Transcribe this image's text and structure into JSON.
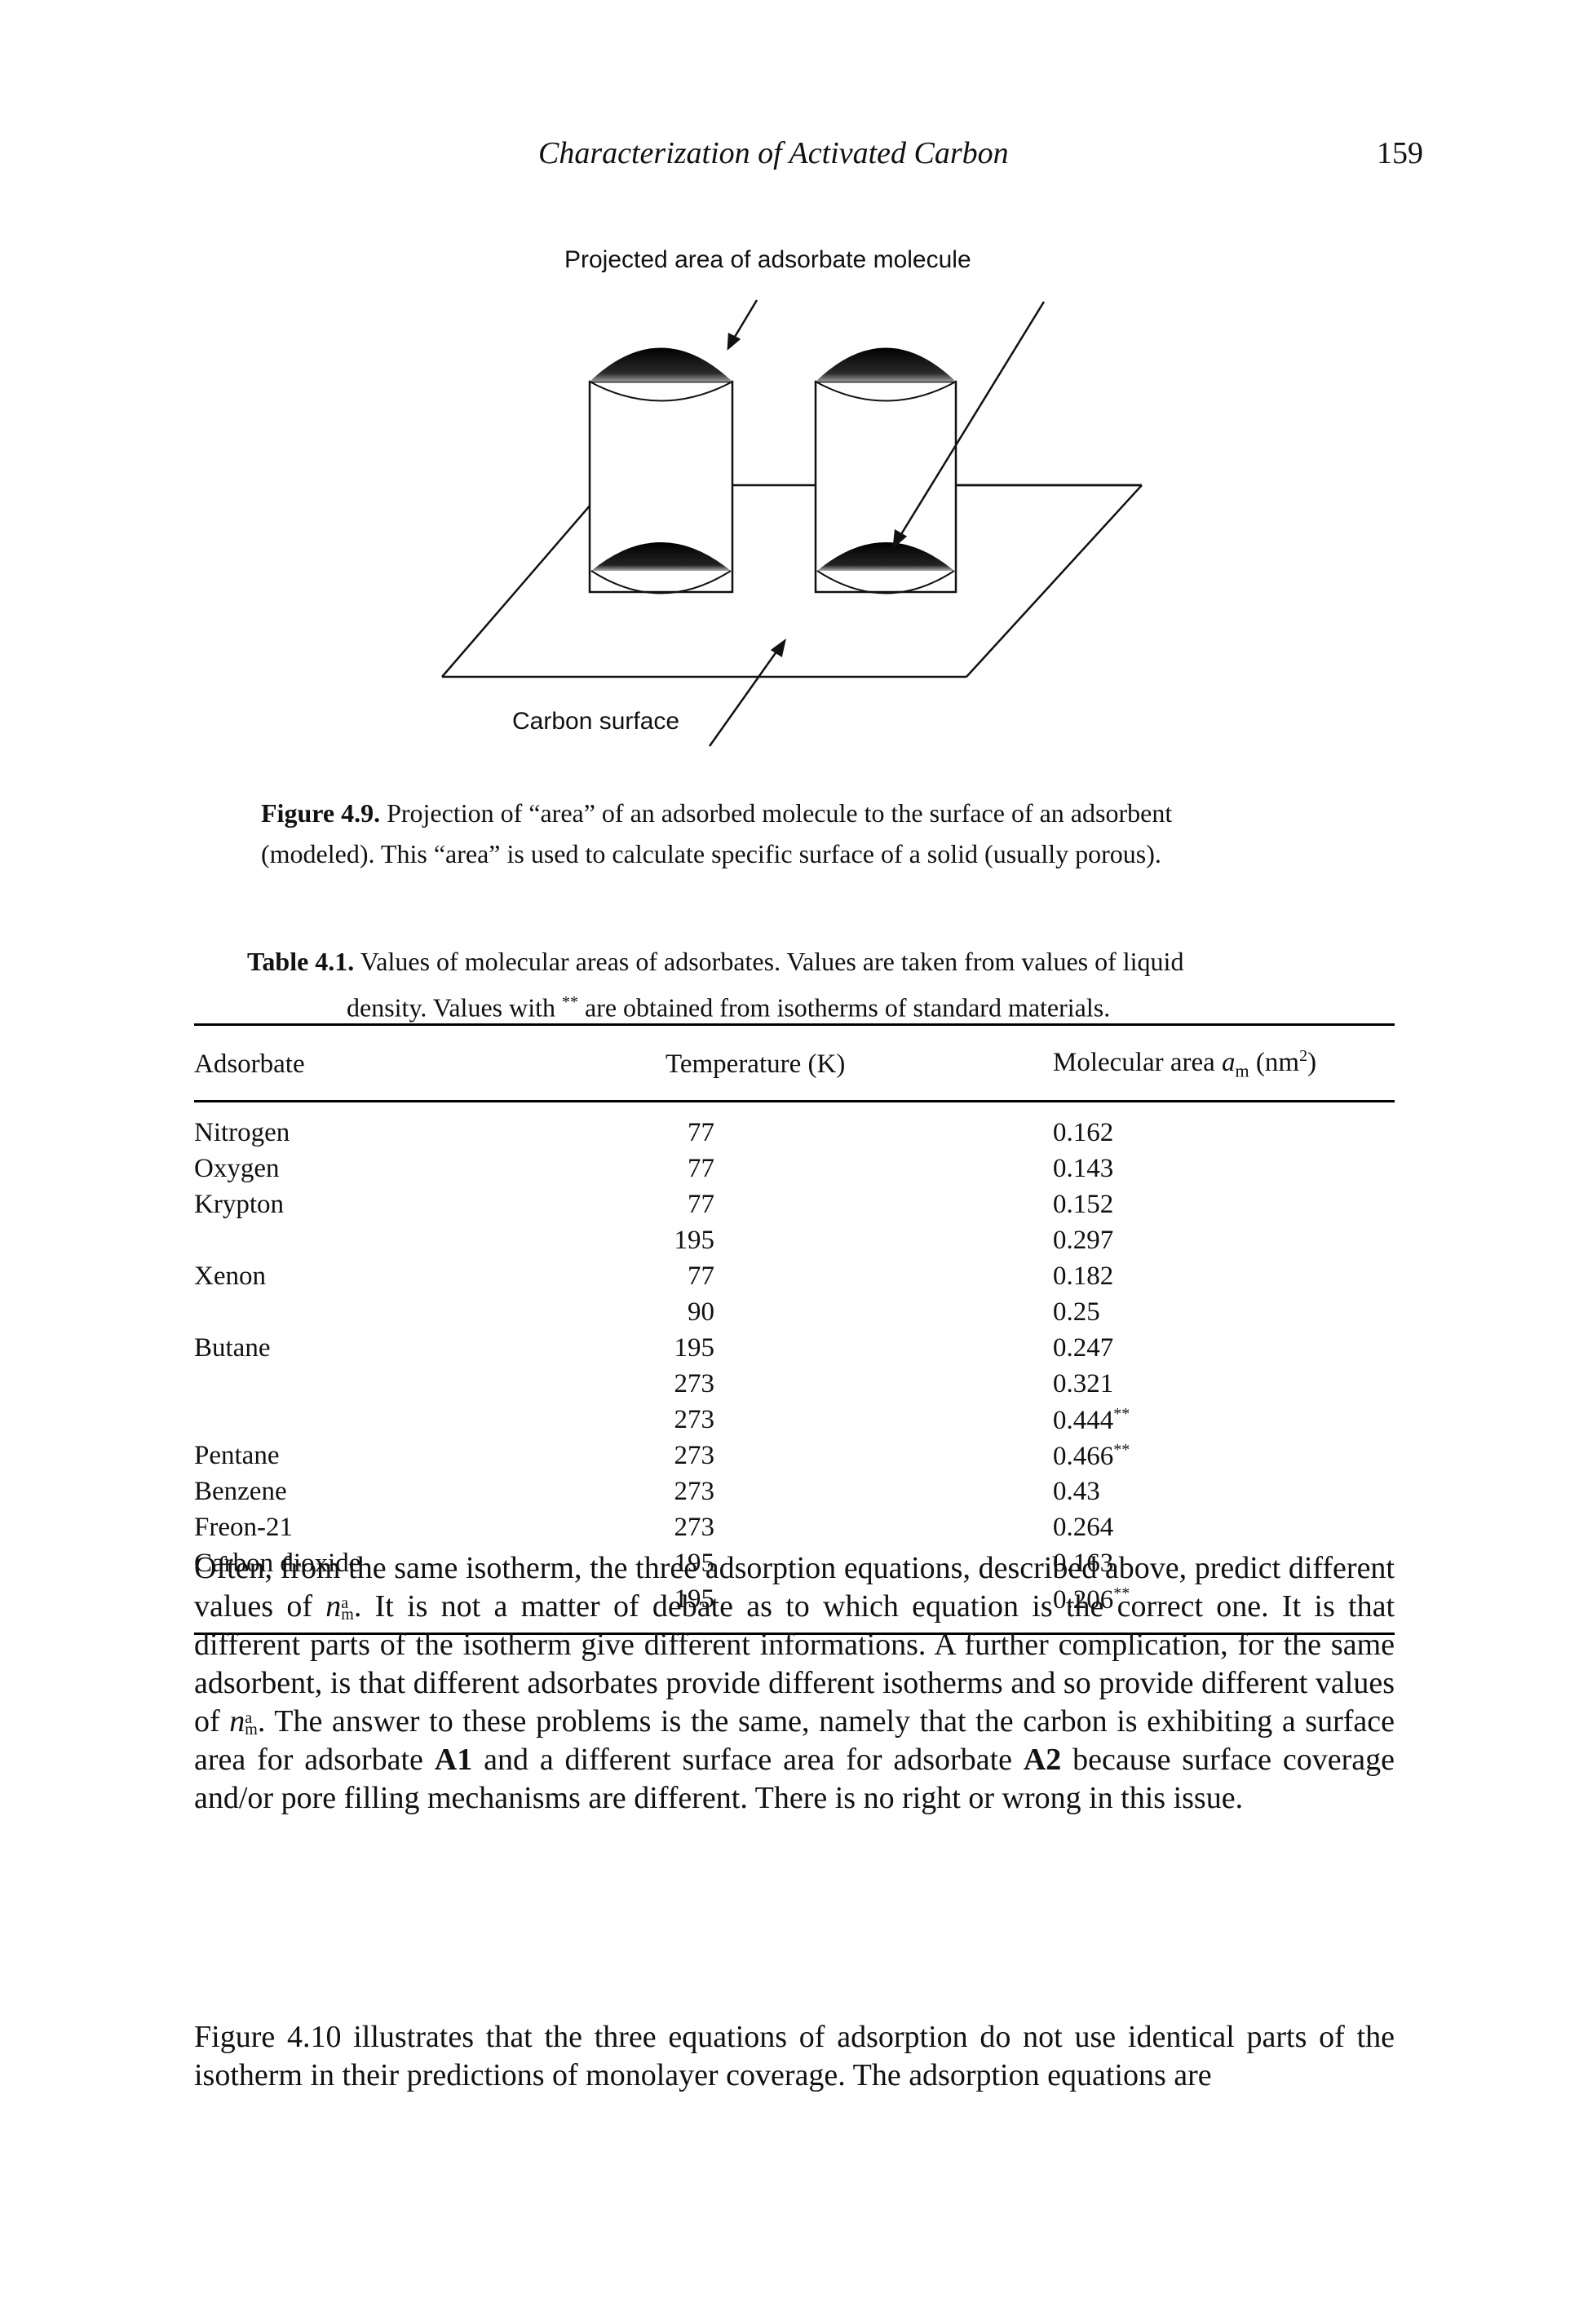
{
  "header": {
    "running_title": "Characterization of Activated Carbon",
    "page_number": "159"
  },
  "figure": {
    "top_label": "Projected area of adsorbate molecule",
    "bottom_label": "Carbon surface",
    "caption_label": "Figure 4.9.",
    "caption_line1": "Projection of “area” of an adsorbed molecule to the surface of an adsorbent",
    "caption_line2": "(modeled). This “area” is used to calculate specific surface of a solid (usually porous)."
  },
  "table": {
    "caption_label": "Table 4.1.",
    "caption_line1": "Values of molecular areas of adsorbates. Values are taken from values of liquid",
    "caption_line2a": "density. Values with ",
    "caption_marker": "**",
    "caption_line2b": " are obtained from isotherms of standard materials.",
    "headers": {
      "adsorbate": "Adsorbate",
      "temperature": "Temperature (K)",
      "area_prefix": "Molecular area ",
      "area_symbol": "a",
      "area_sub": "m",
      "area_unit_open": " (nm",
      "area_unit_sup": "2",
      "area_unit_close": ")"
    },
    "rows": [
      {
        "adsorbate": "Nitrogen",
        "temperature": "77",
        "area": "0.162",
        "mark": ""
      },
      {
        "adsorbate": "Oxygen",
        "temperature": "77",
        "area": "0.143",
        "mark": ""
      },
      {
        "adsorbate": "Krypton",
        "temperature": "77",
        "area": "0.152",
        "mark": ""
      },
      {
        "adsorbate": "",
        "temperature": "195",
        "area": "0.297",
        "mark": ""
      },
      {
        "adsorbate": "Xenon",
        "temperature": "77",
        "area": "0.182",
        "mark": ""
      },
      {
        "adsorbate": "",
        "temperature": "90",
        "area": "0.25",
        "mark": ""
      },
      {
        "adsorbate": "Butane",
        "temperature": "195",
        "area": "0.247",
        "mark": ""
      },
      {
        "adsorbate": "",
        "temperature": "273",
        "area": "0.321",
        "mark": ""
      },
      {
        "adsorbate": "",
        "temperature": "273",
        "area": "0.444",
        "mark": "**"
      },
      {
        "adsorbate": "Pentane",
        "temperature": "273",
        "area": "0.466",
        "mark": "**"
      },
      {
        "adsorbate": "Benzene",
        "temperature": "273",
        "area": "0.43",
        "mark": ""
      },
      {
        "adsorbate": "Freon-21",
        "temperature": "273",
        "area": "0.264",
        "mark": ""
      },
      {
        "adsorbate": "Carbon dioxide",
        "temperature": "195",
        "area": "0.163",
        "mark": ""
      },
      {
        "adsorbate": "",
        "temperature": "195",
        "area": "0.206",
        "mark": "**"
      }
    ]
  },
  "body": {
    "p1_part1": "Often, from the same isotherm, the three adsorption equations, described above, predict different values of ",
    "n_symbol": "n",
    "n_sup": "a",
    "n_sub": "m",
    "p1_part2": ". It is not a matter of debate as to which equation is the correct one. It is that different parts of the isotherm give different informations. A further complication, for the same adsorbent, is that different adsorbates provide different isotherms and so provide different values of ",
    "p1_part3": ". The answer to these problems is the same, namely that the carbon is exhibiting a surface area for adsorbate ",
    "a1": "A1",
    "p1_part4": " and a different surface area for adsorbate ",
    "a2": "A2",
    "p1_part5": " because surface coverage and/or pore filling mechanisms are different. There is no right or wrong in this issue.",
    "p2": "Figure 4.10 illustrates that the three equations of adsorption do not use identical parts of the isotherm in their predictions of monolayer coverage. The adsorption equations are"
  }
}
